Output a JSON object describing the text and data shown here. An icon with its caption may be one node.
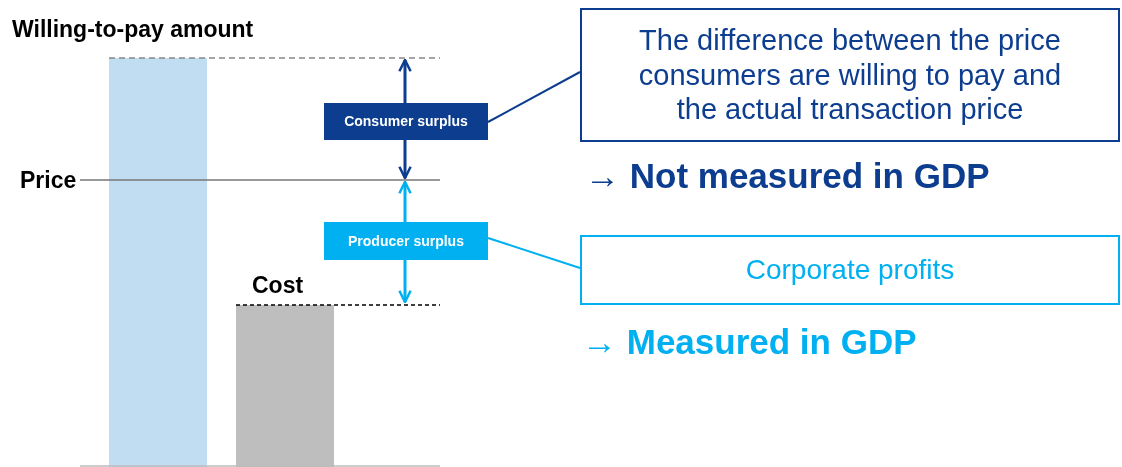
{
  "diagram": {
    "nodes": [
      {
        "text": [
          "Consumer surplus"
        ]
      },
      {
        "text": [
          "Producer surplus"
        ]
      },
      {
        "text": [
          "The difference between the price consumers are willing to pay and the actual transaction price"
        ]
      },
      {
        "text": [
          "Corporate profits"
        ]
      }
    ],
    "edges": [
      {
        "from": 0,
        "to": 2,
        "arrow": "none"
      },
      {
        "from": 1,
        "to": 3,
        "arrow": "none",
        "color": "#00b0f0"
      }
    ],
    "labels": [
      "Willing-to-pay amount",
      "Price",
      "Cost",
      "→ Not measured in GDP",
      "→ Measured in GDP"
    ]
  }
}
